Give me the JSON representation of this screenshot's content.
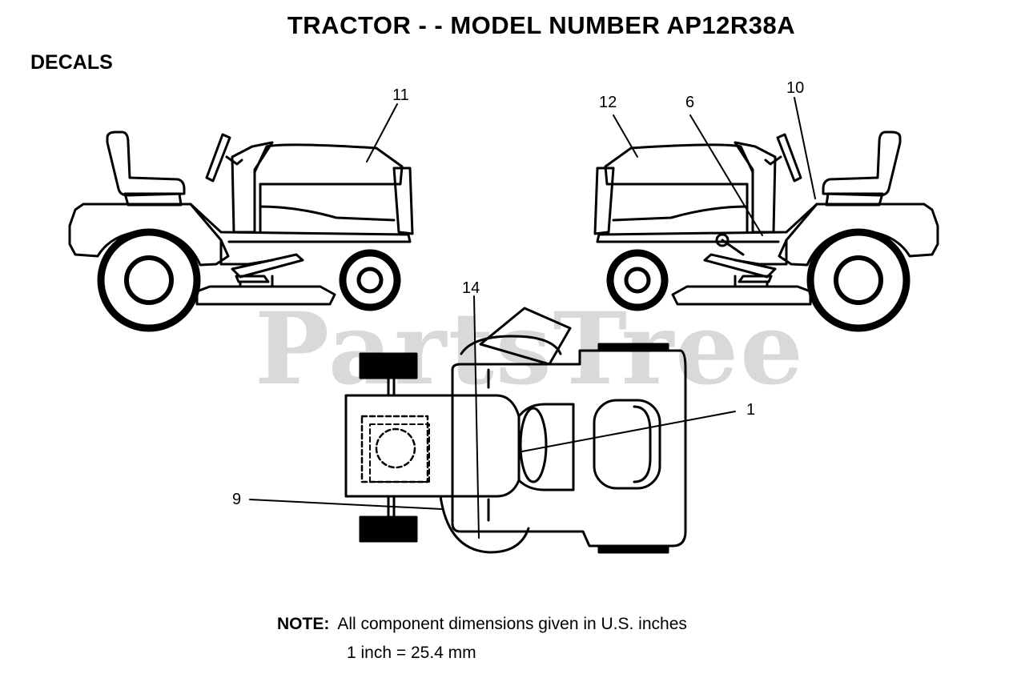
{
  "header": {
    "title": "TRACTOR - - MODEL NUMBER AP12R38A"
  },
  "section": {
    "title": "DECALS"
  },
  "watermark": {
    "text": "PartsTree"
  },
  "callouts": {
    "c11": "11",
    "c12": "12",
    "c6": "6",
    "c10": "10",
    "c14": "14",
    "c1": "1",
    "c9": "9"
  },
  "note": {
    "label": "NOTE:",
    "line1": "All component dimensions given in U.S. inches",
    "line2": "1 inch = 25.4 mm"
  },
  "colors": {
    "line": "#000000",
    "watermark": "#d9d9d9",
    "background": "#ffffff"
  }
}
